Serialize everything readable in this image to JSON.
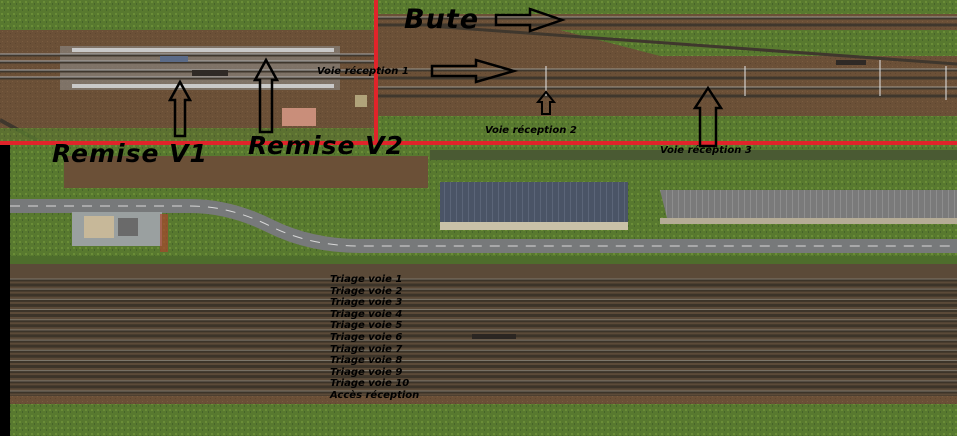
{
  "labels": {
    "bute": "Bute",
    "voie_reception_1": "Voie réception 1",
    "voie_reception_2": "Voie réception 2",
    "voie_reception_3": "Voie réception 3",
    "remise_v1": "Remise V1",
    "remise_v2": "Remise V2"
  },
  "triage": [
    "Triage voie 1",
    "Triage voie 2",
    "Triage voie 3",
    "Triage voie 4",
    "Triage voie 5",
    "Triage voie 6",
    "Triage voie 7",
    "Triage voie 8",
    "Triage voie 9",
    "Triage voie 10",
    "Accès réception"
  ],
  "colors": {
    "frame_red": "#e0242a",
    "ground": "#6b5037",
    "grass": "#55782e",
    "ballast": "#4f4436",
    "road": "#77797a",
    "roof": "#4c5566"
  },
  "icons": [
    "arrow-right-icon",
    "arrow-up-icon"
  ]
}
